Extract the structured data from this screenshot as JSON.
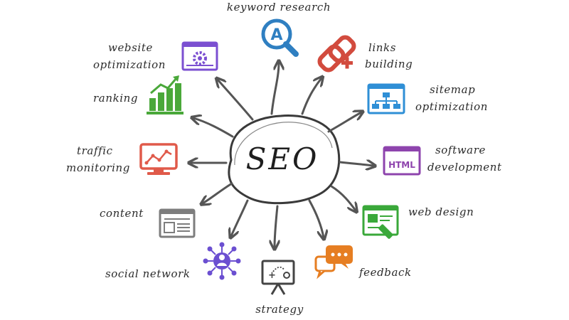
{
  "center": {
    "text": "SEO"
  },
  "nodes": [
    {
      "id": "keyword-research",
      "lines": [
        "keyword research"
      ],
      "icon": "magnifier-a-icon",
      "color": "#2f7fc1"
    },
    {
      "id": "links-building",
      "lines": [
        "links",
        "building"
      ],
      "icon": "chain-link-plus-icon",
      "color": "#d24b3e"
    },
    {
      "id": "sitemap-optimization",
      "lines": [
        "sitemap",
        "optimization"
      ],
      "icon": "sitemap-icon",
      "color": "#2f8fd6"
    },
    {
      "id": "software-development",
      "lines": [
        "software",
        "development"
      ],
      "icon": "html-window-icon",
      "color": "#8e44ad",
      "icon_text": "HTML"
    },
    {
      "id": "web-design",
      "lines": [
        "web design"
      ],
      "icon": "web-design-window-icon",
      "color": "#3aa83a"
    },
    {
      "id": "feedback",
      "lines": [
        "feedback"
      ],
      "icon": "chat-bubbles-icon",
      "color": "#e67e22"
    },
    {
      "id": "strategy",
      "lines": [
        "strategy"
      ],
      "icon": "strategy-board-icon",
      "color": "#444444"
    },
    {
      "id": "social-network",
      "lines": [
        "social network"
      ],
      "icon": "social-network-icon",
      "color": "#6b4fd1"
    },
    {
      "id": "content",
      "lines": [
        "content"
      ],
      "icon": "content-page-icon",
      "color": "#7d7d7d"
    },
    {
      "id": "traffic-monitoring",
      "lines": [
        "traffic",
        "monitoring"
      ],
      "icon": "monitor-chart-icon",
      "color": "#e05a4a"
    },
    {
      "id": "ranking",
      "lines": [
        "ranking"
      ],
      "icon": "bar-chart-icon",
      "color": "#4aa83a"
    },
    {
      "id": "website-optimization",
      "lines": [
        "website",
        "optimization"
      ],
      "icon": "gear-window-icon",
      "color": "#7b4fd1"
    }
  ]
}
